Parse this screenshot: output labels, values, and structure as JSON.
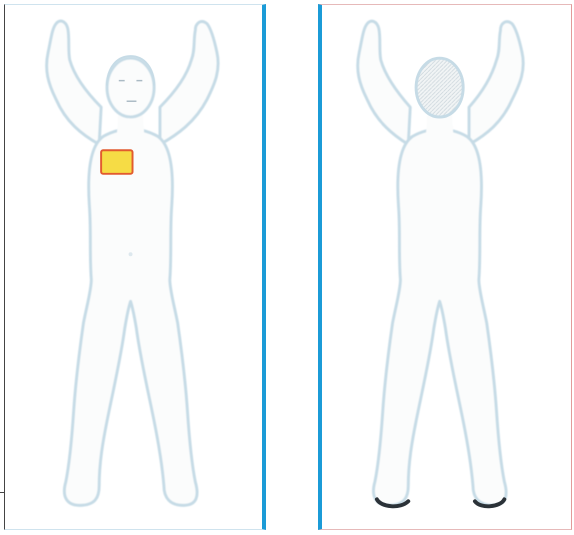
{
  "scanner": {
    "views": [
      {
        "label": "",
        "side": "front"
      },
      {
        "label": "",
        "side": "back"
      }
    ],
    "alert": {
      "view": "front",
      "location": "chest",
      "fill_color": "#f6dc45",
      "stroke_color": "#e25b2e"
    },
    "colors": {
      "panel_border": "#1b9bd7",
      "body_fill": "#fbfcfc",
      "body_outline": "#c6dbe6",
      "foot_shadow": "#2b3238"
    }
  }
}
